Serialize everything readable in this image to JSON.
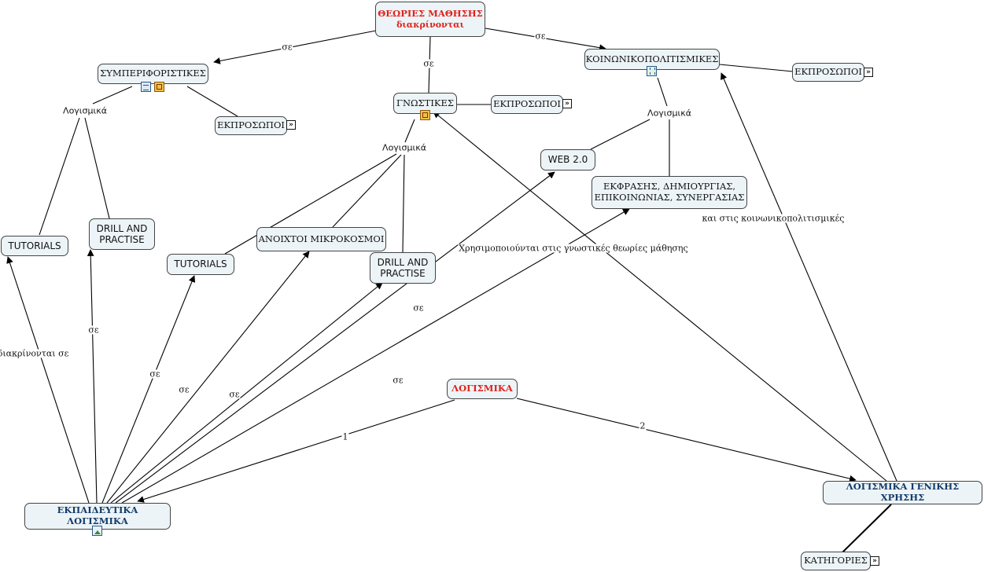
{
  "concepts": {
    "theories": {
      "line1": "ΘΕΩΡΙΕΣ ΜΑΘΗΣΗΣ",
      "line2": "διακρίνονται"
    },
    "behavioral": "ΣΥΜΠΕΡΙΦΟΡΙΣΤΙΚΕΣ",
    "cognitive": "ΓΝΩΣΤΙΚΕΣ",
    "sociocultural": "ΚΟΙΝΩΝΙΚΟΠΟΛΙΤΙΣΜΙΚΕΣ",
    "reps_behavioral": "ΕΚΠΡΟΣΩΠΟΙ",
    "reps_cognitive": "ΕΚΠΡΟΣΩΠΟΙ",
    "reps_social": "ΕΚΠΡΟΣΩΠΟΙ",
    "tutorials_1": "TUTORIALS",
    "drill_1": {
      "line1": "DRILL AND",
      "line2": "PRACTISE"
    },
    "tutorials_2": "TUTORIALS",
    "microworlds": "ΑΝΟΙΧΤΟΙ ΜΙΚΡΟΚΟΣΜΟΙ",
    "drill_2": {
      "line1": "DRILL AND",
      "line2": "PRACTISE"
    },
    "web20": "WEB 2.0",
    "expression": {
      "line1": "ΕΚΦΡΑΣΗΣ, ΔΗΜΙΟΥΡΓΙΑΣ,",
      "line2": "ΕΠΙΚΟΙΝΩΝΙΑΣ, ΣΥΝΕΡΓΑΣΙΑΣ"
    },
    "software": "ΛΟΓΙΣΜΙΚΑ",
    "educational": "ΕΚΠΑΙΔΕΥΤΙΚΑ ΛΟΓΙΣΜΙΚΑ",
    "general": "ΛΟΓΙΣΜΙΚΑ ΓΕΝΙΚΗΣ ΧΡΗΣΗΣ",
    "categories": "ΚΑΤΗΓΟΡΙΕΣ"
  },
  "labels": {
    "se_left": "σε",
    "se_mid": "σε",
    "se_right": "σε",
    "software_behavioral": "Λογισμικά",
    "software_cognitive": "Λογισμικά",
    "software_social": "Λογισμικά",
    "used_in_cognitive": "Χρησιμοποιούνται στις γνωστικές θεωρίες μάθησης",
    "and_social": "και στις κοινωνικοπολιτισμικές",
    "distinguished_in": "διακρίνονται σε",
    "se_drill1": "σε",
    "se_tut2": "σε",
    "se_micro": "σε",
    "se_drill2": "σε",
    "se_web": "σε",
    "se_expr": "σε",
    "one": "1",
    "two": "2"
  },
  "icons": {
    "behavioral": [
      "document-icon",
      "web-page-icon"
    ],
    "cognitive": [
      "web-page-icon"
    ],
    "sociocultural": [
      "video-icon"
    ],
    "educational": [
      "image-icon"
    ],
    "link_arrows": [
      "double-chevron-right-icon"
    ]
  },
  "colors": {
    "node_fill": "#edf4f7",
    "title_red": "#e0221b",
    "title_navy": "#133c6b"
  }
}
